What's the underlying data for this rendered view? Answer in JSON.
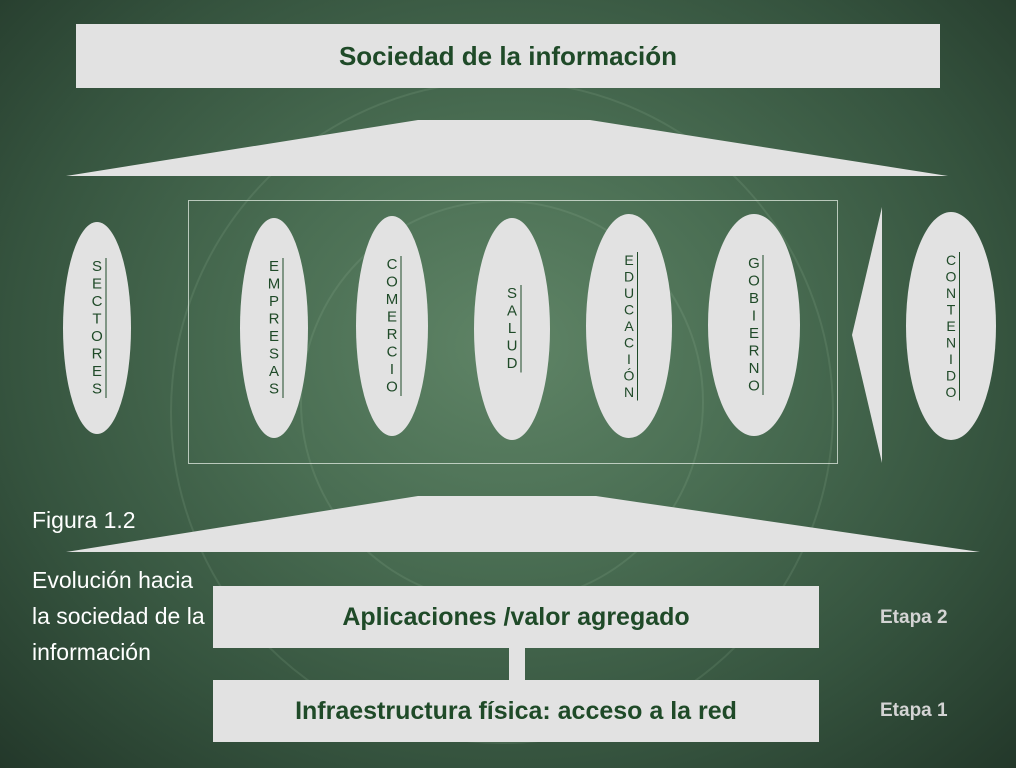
{
  "title": "Sociedad de la información",
  "ovals": [
    {
      "id": "sectores",
      "text": "SECTORES"
    },
    {
      "id": "empresas",
      "text": "EMPRESAS"
    },
    {
      "id": "comercio",
      "text": "COMERCIO"
    },
    {
      "id": "salud",
      "text": "SALUD"
    },
    {
      "id": "educacion",
      "text": "EDUCACIÓN"
    },
    {
      "id": "gobierno",
      "text": "GOBIERNO"
    },
    {
      "id": "contenido",
      "text": "CONTENIDO"
    }
  ],
  "figure": {
    "label": "Figura 1.2",
    "description": "Evolución hacia la sociedad de la información"
  },
  "layers": {
    "apps": "Aplicaciones /valor agregado",
    "infra": "Infraestructura física: acceso a la red"
  },
  "stages": {
    "stage2": "Etapa 2",
    "stage1": "Etapa 1"
  },
  "colors": {
    "box_fill": "#e2e2e2",
    "text_green": "#1f4a28",
    "background": "#4a6e53"
  }
}
